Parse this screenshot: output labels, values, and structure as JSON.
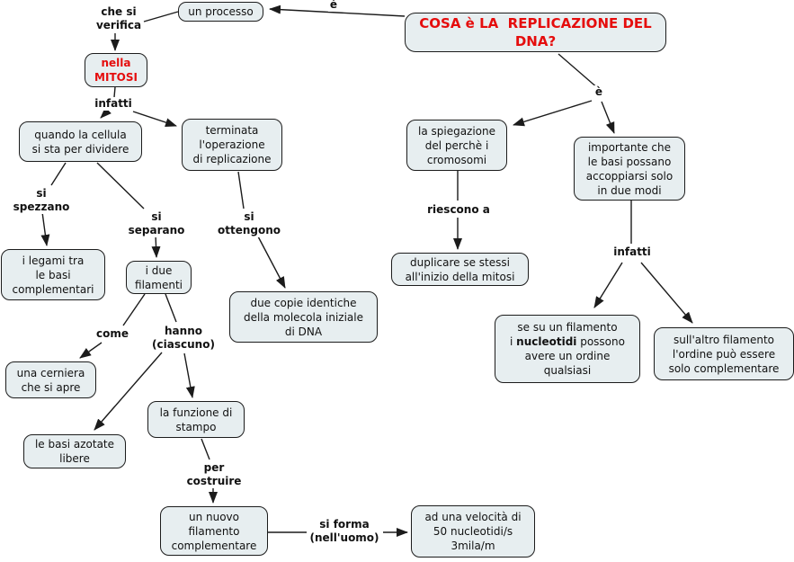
{
  "colors": {
    "node_fill": "#e7eef0",
    "node_border": "#1c1c1c",
    "accent_red": "#e50d0d",
    "line": "#1b1b1b",
    "text": "#111111"
  },
  "nodes": {
    "title": "COSA è LA  REPLICAZIONE DEL\nDNA?",
    "un_processo": "un processo",
    "nella_mitosi": "nella\nMITOSI",
    "quando_la_cellula": "quando la cellula\nsi sta per dividere",
    "terminata": "terminata\nl'operazione\ndi replicazione",
    "spiegazione": "la spiegazione\ndel perchè i\ncromosomi",
    "importante": "importante che\nle basi possano\naccoppiarsi solo\nin due modi",
    "legami": "i legami tra\nle basi\ncomplementari",
    "due_filamenti": "i due\nfilamenti",
    "due_copie": "due copie identiche\ndella molecola iniziale\ndi DNA",
    "duplicare": "duplicare se stessi\nall'inizio della mitosi",
    "se_su": {
      "pre": "se su un filamento\ni ",
      "bold": "nucleotidi",
      "post": " possono\navere un ordine\nqualsiasi"
    },
    "sull_altro": "sull'altro filamento\nl'ordine può essere\nsolo complementare",
    "cerniera": "una cerniera\nche si apre",
    "basi_azotate": "le basi azotate\nlibere",
    "funzione_stampo": "la funzione di\nstampo",
    "nuovo_filamento": "un nuovo\nfilamento\ncomplementare",
    "velocita": "ad una velocità di\n50 nucleotidi/s\n3mila/m"
  },
  "edge_labels": {
    "che_si_verifica": "che si\nverifica",
    "e_top": "è",
    "infatti_left": "infatti",
    "e_right": "è",
    "riescono_a": "riescono a",
    "si_spezzano": "si\nspezzano",
    "si_separano": "si\nseparano",
    "si_ottengono": "si\nottengono",
    "come": "come",
    "hanno_ciascuno": "hanno\n(ciascuno)",
    "infatti_right": "infatti",
    "per_costruire": "per\ncostruire",
    "si_forma": "si forma\n(nell'uomo)"
  }
}
